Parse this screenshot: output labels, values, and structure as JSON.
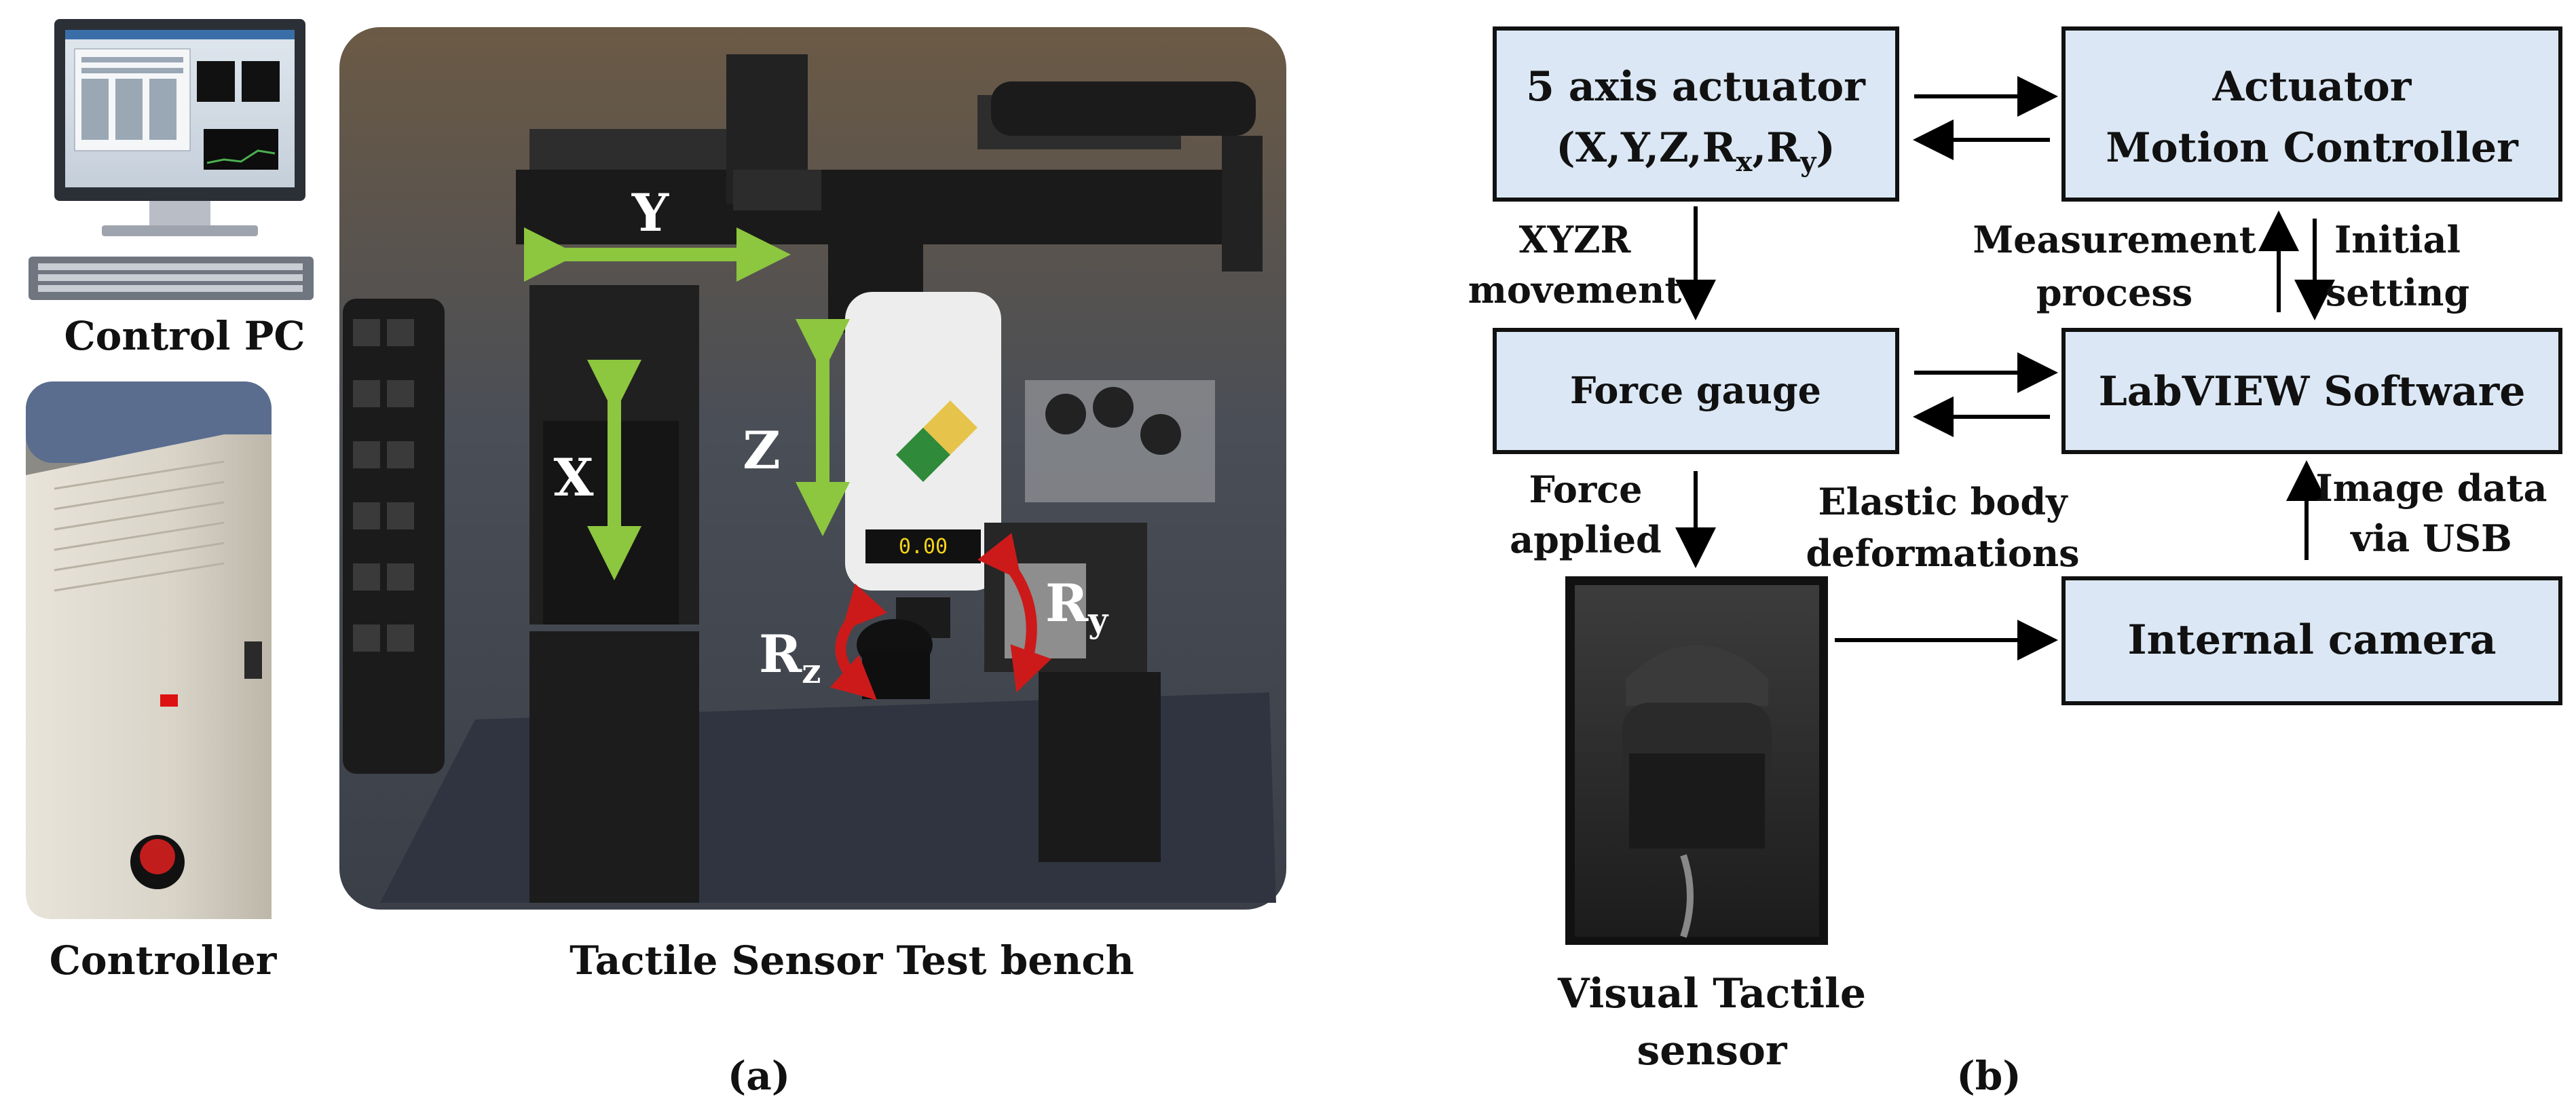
{
  "panel_a": {
    "caption": "(a)",
    "labels": {
      "control_pc": "Control PC",
      "controller": "Controller",
      "test_bench": "Tactile Sensor Test bench"
    },
    "axes": {
      "x": "X",
      "y": "Y",
      "z": "Z",
      "rz_main": "R",
      "rz_sub": "z",
      "ry_main": "R",
      "ry_sub": "y"
    },
    "gauge_reading": "0.00"
  },
  "panel_b": {
    "caption": "(b)",
    "boxes": {
      "actuator_line1": "5 axis actuator",
      "actuator_line2_a": "(X,Y,Z,R",
      "actuator_line2_sub1": "x",
      "actuator_line2_b": ",R",
      "actuator_line2_sub2": "y",
      "actuator_line2_c": ")",
      "motion_line1": "Actuator",
      "motion_line2": "Motion Controller",
      "force_gauge": "Force gauge",
      "labview": "LabVIEW Software",
      "camera": "Internal camera"
    },
    "edge_labels": {
      "xyzr_1": "XYZR",
      "xyzr_2": "movement",
      "measure_1": "Measurement",
      "measure_2": "process",
      "initial_1": "Initial",
      "initial_2": "setting",
      "force_1": "Force",
      "force_2": "applied",
      "elastic_1": "Elastic body",
      "elastic_2": "deformations",
      "image_1": "Image data",
      "image_2": "via USB"
    },
    "sensor_label_1": "Visual Tactile",
    "sensor_label_2": "sensor"
  },
  "colors": {
    "box_fill": "#dbe7f4",
    "axis_arrow": "#8dc63f",
    "rot_arrow": "#cc1a1a"
  }
}
